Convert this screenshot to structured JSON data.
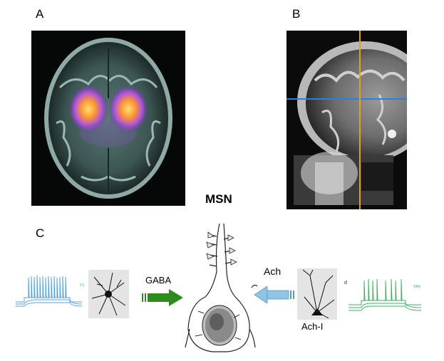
{
  "panels": {
    "a_label": "A",
    "b_label": "B",
    "c_label": "C"
  },
  "title": "MSN",
  "labels": {
    "gaba": "GABA",
    "ach": "Ach",
    "ach_i": "Ach-I",
    "fs": "FS",
    "tan": "TAN",
    "d_mark": "d"
  },
  "colors": {
    "blue_trace": "#5aa0d8",
    "green_trace": "#3db060",
    "arrow_green": "#2e8b1e",
    "arrow_blue": "#8fc4e4",
    "crosshair_vertical": "#e0a020",
    "crosshair_horizontal": "#2f7fd0",
    "pet_hot": "#ff9a30",
    "pet_cool": "#9a4fd0"
  }
}
